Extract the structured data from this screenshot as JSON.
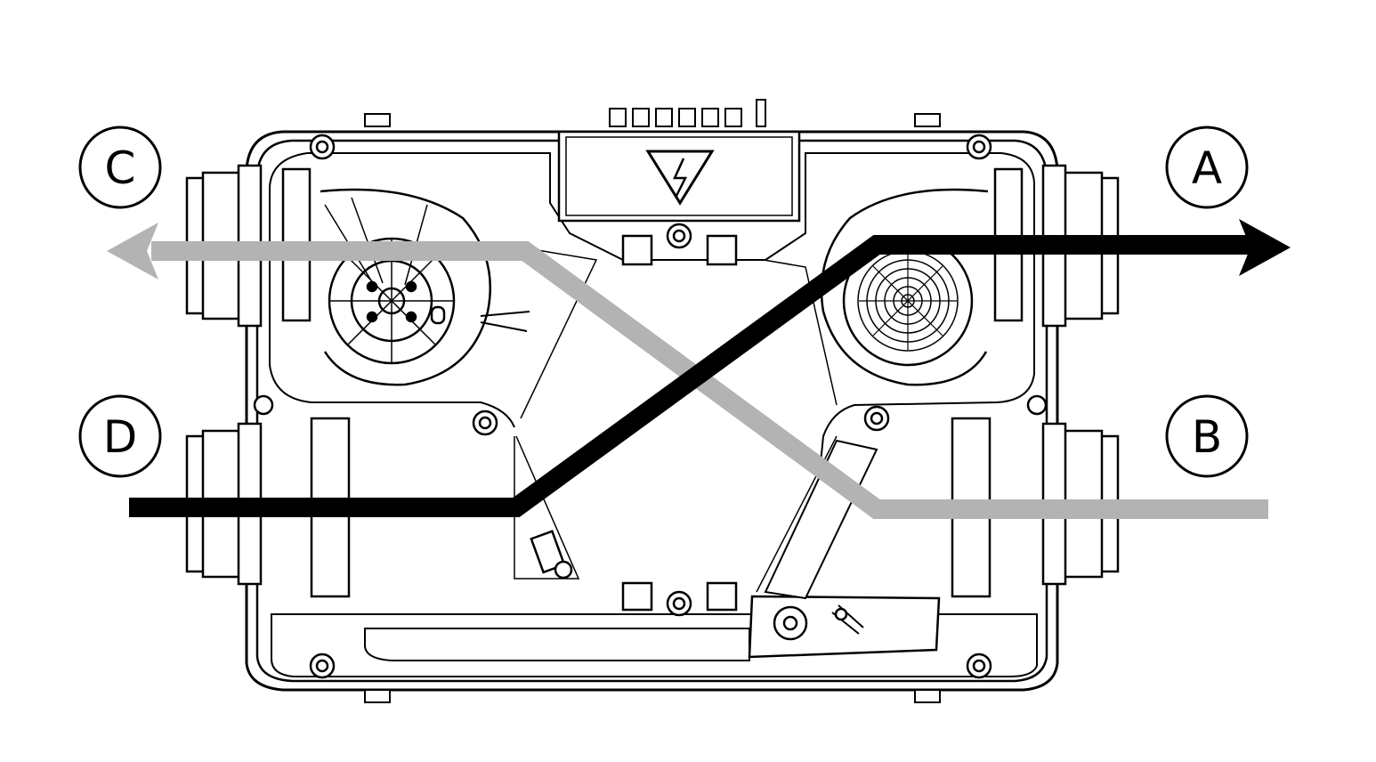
{
  "ports": {
    "a": {
      "label": "A"
    },
    "b": {
      "label": "B"
    },
    "c": {
      "label": "C"
    },
    "d": {
      "label": "D"
    }
  },
  "colors": {
    "outline": "#000000",
    "supply_airflow": "#000000",
    "extract_airflow": "#b3b3b3",
    "background": "#ffffff"
  },
  "icons": {
    "electrical_panel": "high-voltage-warning-icon",
    "fans": [
      "fan-icon",
      "fan-icon"
    ]
  }
}
